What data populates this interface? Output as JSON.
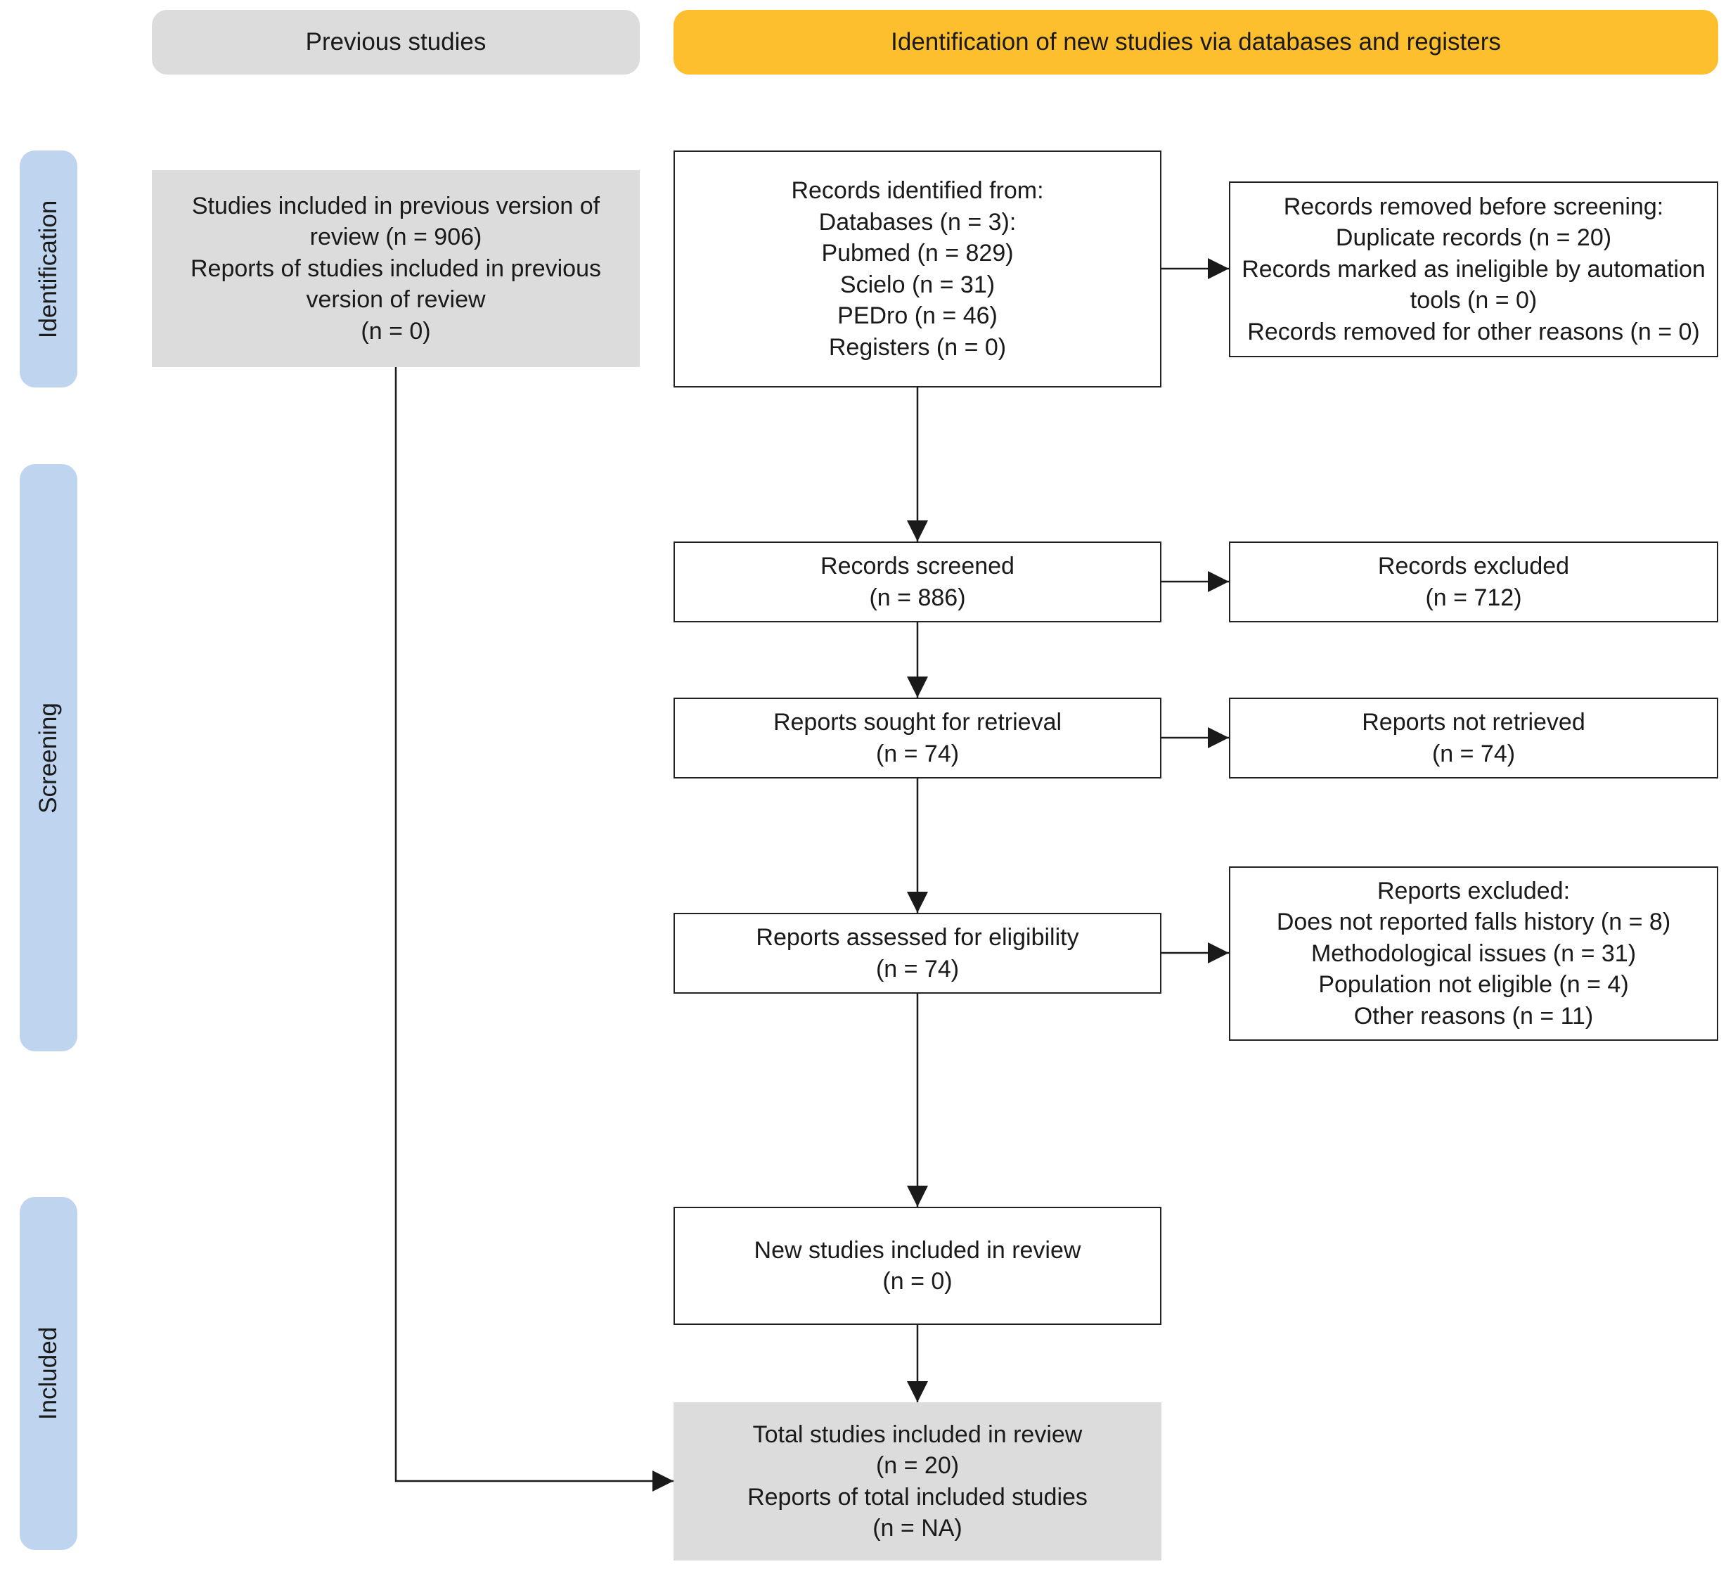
{
  "headers": {
    "previous": "Previous studies",
    "new": "Identification of new studies via databases and registers"
  },
  "phases": {
    "identification": "Identification",
    "screening": "Screening",
    "included": "Included"
  },
  "boxes": {
    "previous_included": {
      "lines": [
        "Studies included in previous version of",
        "review (n = 906)",
        "Reports of studies included in previous",
        "version of review",
        "(n = 0)"
      ]
    },
    "records_identified": {
      "lines": [
        "Records identified from:",
        "Databases (n = 3):",
        "Pubmed (n =  829)",
        "Scielo (n =  31)",
        "PEDro (n =  46)",
        "Registers (n = 0)"
      ]
    },
    "records_removed": {
      "lines": [
        "Records removed before screening:",
        "Duplicate records (n = 20)",
        "Records marked as ineligible by automation",
        "tools (n = 0)",
        "Records removed for other reasons (n = 0)"
      ]
    },
    "records_screened": {
      "lines": [
        "Records screened",
        "(n = 886)"
      ]
    },
    "records_excluded": {
      "lines": [
        "Records excluded",
        "(n = 712)"
      ]
    },
    "reports_sought": {
      "lines": [
        "Reports sought for retrieval",
        "(n = 74)"
      ]
    },
    "reports_not_retrieved": {
      "lines": [
        "Reports not retrieved",
        "(n = 74)"
      ]
    },
    "reports_assessed": {
      "lines": [
        "Reports assessed for eligibility",
        "(n = 74)"
      ]
    },
    "reports_excluded": {
      "lines": [
        "Reports excluded:",
        "Does not reported falls history (n = 8)",
        "Methodological issues (n = 31)",
        "Population not eligible (n = 4)",
        "Other reasons (n = 11)"
      ]
    },
    "new_included": {
      "lines": [
        "New studies included in review",
        "(n = 0)"
      ]
    },
    "total_included": {
      "lines": [
        "Total studies included in review",
        "(n = 20)",
        "Reports of total included studies",
        "(n = NA)"
      ]
    }
  },
  "colors": {
    "header_grey": "#dcdcdc",
    "header_yellow": "#fdbf2d",
    "phase_blue": "#bfd4ef",
    "grey_box": "#dcdcdc"
  }
}
